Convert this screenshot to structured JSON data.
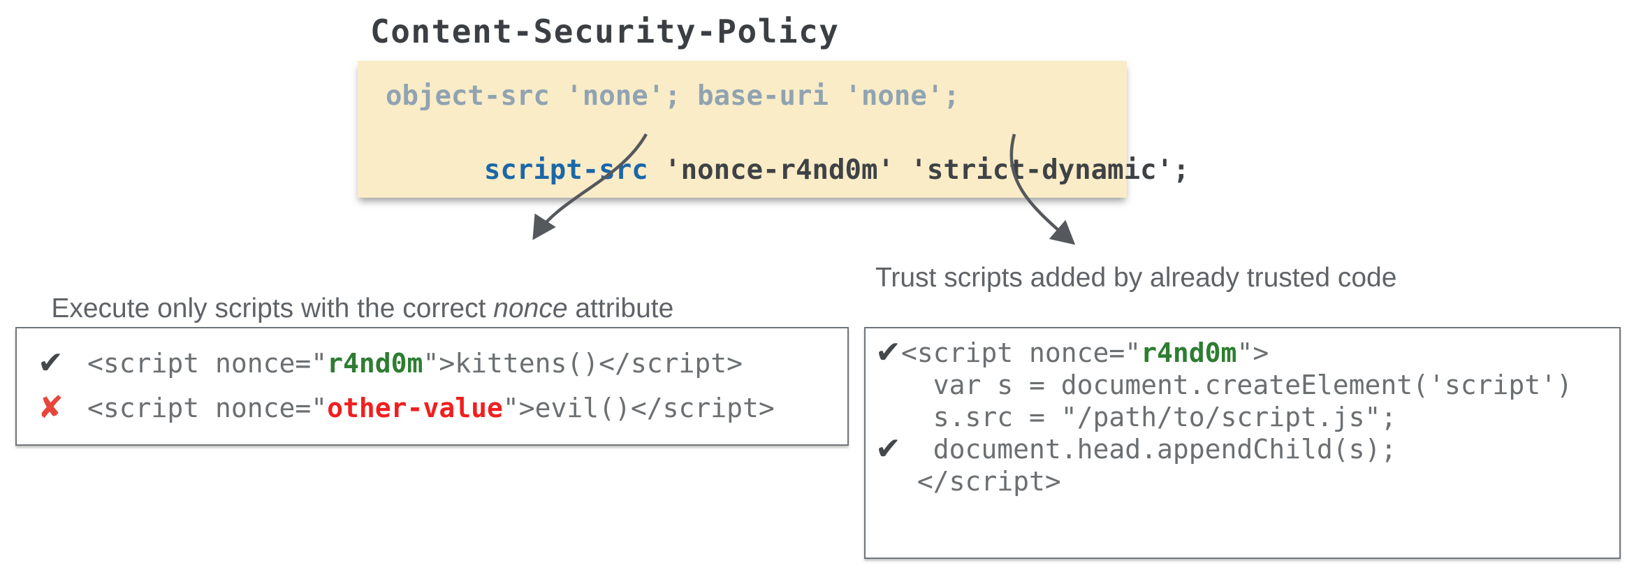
{
  "title": "Content-Security-Policy",
  "policy_block": {
    "muted_line": "object-src 'none'; base-uri 'none';",
    "directive": "script-src",
    "directive_rest": " 'nonce-r4nd0m' 'strict-dynamic';"
  },
  "captions": {
    "left_before": "Execute only scripts with the correct ",
    "left_emphasis": "nonce",
    "left_after": " attribute",
    "right": "Trust scripts added by already trusted code"
  },
  "icons": {
    "check": "✔",
    "cross": "✘"
  },
  "nonce_example": {
    "allowed_line": {
      "pre": "<script nonce=\"",
      "nonce_value": "r4nd0m",
      "post": "\">kittens()</script>"
    },
    "blocked_line": {
      "pre": "<script nonce=\"",
      "nonce_value": "other-value",
      "post": "\">evil()</script>"
    }
  },
  "dynamic_example": {
    "line1": {
      "pre": "<script nonce=\"",
      "nonce_value": "r4nd0m",
      "post": "\">"
    },
    "line2": "  var s = document.createElement('script')",
    "line3": "  s.src = \"/path/to/script.js\";",
    "line4": "  document.head.appendChild(s);",
    "line5": " </script>"
  },
  "colors": {
    "policy_background": "#f9ecc7",
    "directive_blue": "#1a67a8",
    "muted_gray_blue": "#90a3b1",
    "code_gray": "#6b6f72",
    "good_green": "#2e7d32",
    "bad_red": "#f01f1f",
    "cross_red": "#e8453c",
    "arrow_gray": "#55585c"
  }
}
